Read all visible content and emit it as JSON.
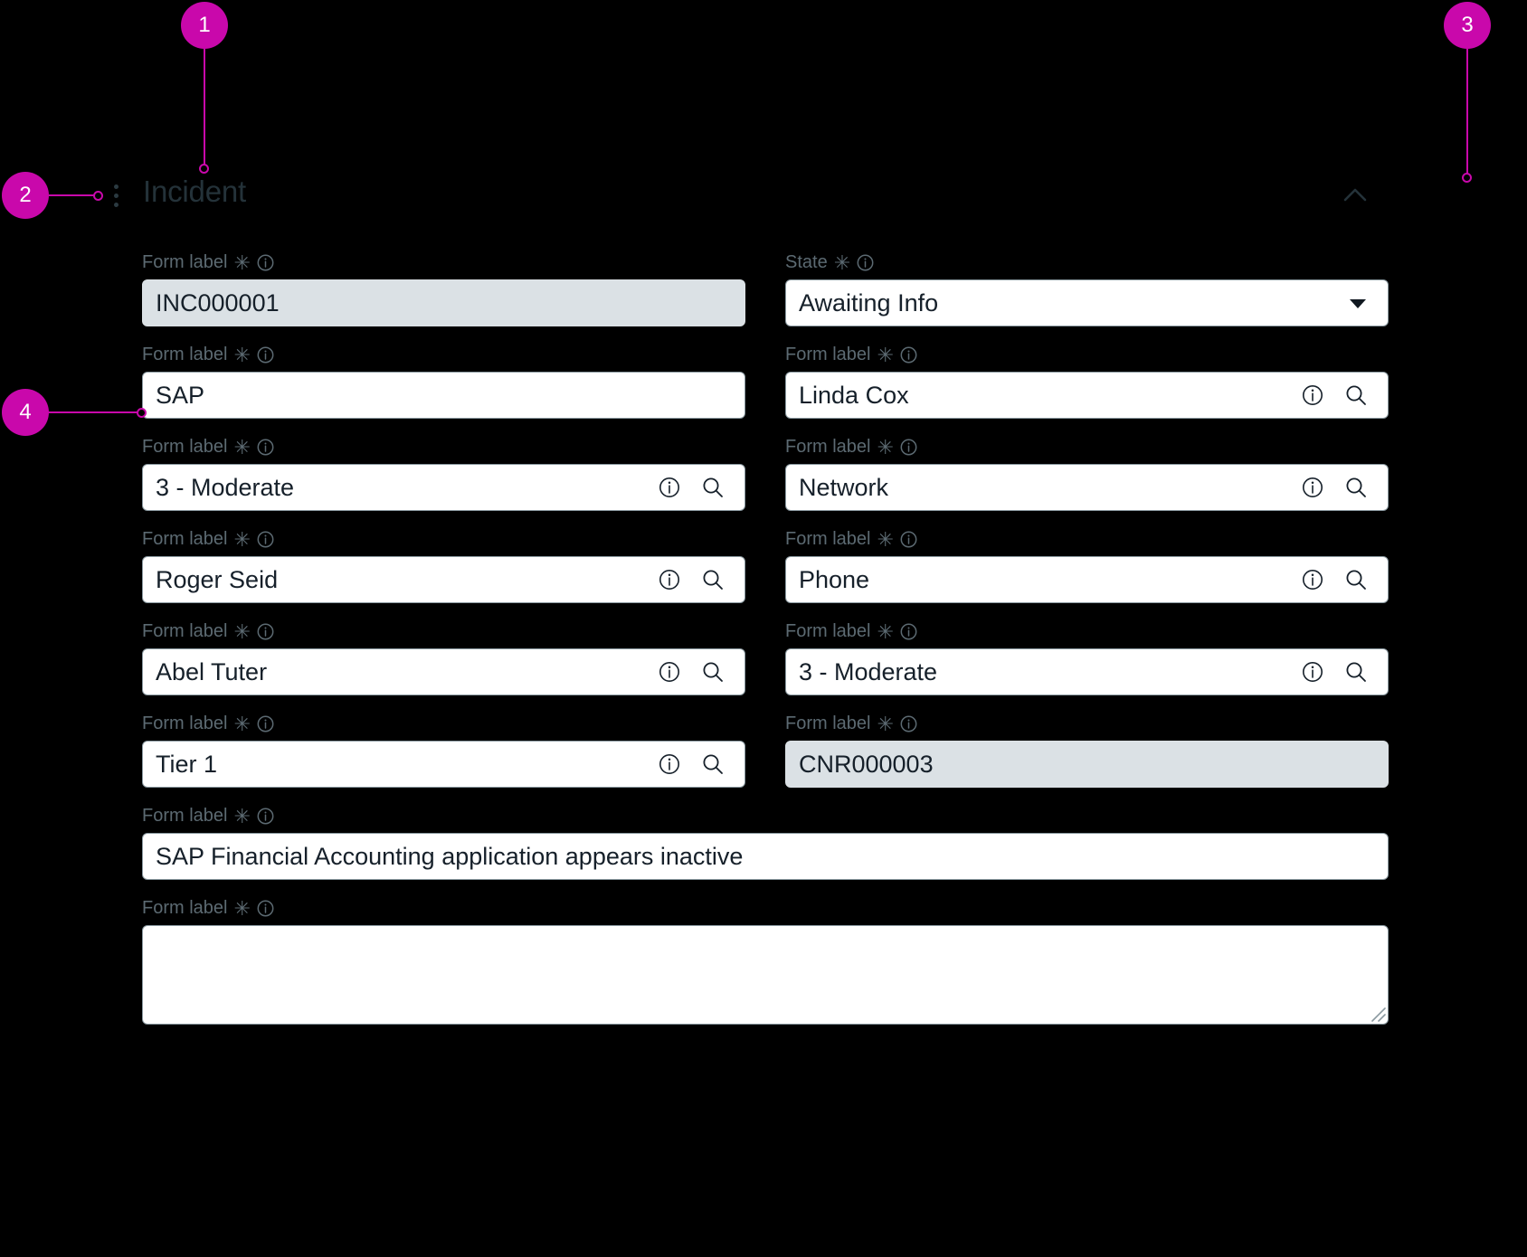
{
  "colors": {
    "marker": "#c908ab",
    "title": "#243239",
    "label": "#5c6a72",
    "value": "#16202a",
    "field_border": "#8a99a0",
    "readonly_bg": "#dbe1e5",
    "page_bg": "#000000"
  },
  "annotations": [
    {
      "number": "1",
      "target": "panel-title"
    },
    {
      "number": "2",
      "target": "drag-handle"
    },
    {
      "number": "3",
      "target": "collapse-toggle"
    },
    {
      "number": "4",
      "target": "field-sap-input"
    }
  ],
  "panel": {
    "title": "Incident",
    "drag_handle_icon": "kebab-drag-handle-icon",
    "collapse_icon": "chevron-up-icon",
    "collapsed": false
  },
  "form": {
    "required_marker": "✳",
    "info_icon": "info-circle-icon",
    "search_icon": "magnifier-icon",
    "dropdown_icon": "caret-down-icon",
    "fields": [
      {
        "label": "Form label",
        "required": true,
        "value": "INC000001",
        "type": "readonly",
        "column": "left",
        "name": "incident-number"
      },
      {
        "label": "State",
        "required": true,
        "value": "Awaiting Info",
        "type": "select",
        "column": "right",
        "name": "state"
      },
      {
        "label": "Form label",
        "required": true,
        "value": "SAP",
        "type": "text",
        "column": "left",
        "name": "sap"
      },
      {
        "label": "Form label",
        "required": true,
        "value": "Linda Cox",
        "type": "reference",
        "column": "right",
        "name": "linda-cox"
      },
      {
        "label": "Form label",
        "required": true,
        "value": "3 - Moderate",
        "type": "reference",
        "column": "left",
        "name": "impact"
      },
      {
        "label": "Form label",
        "required": true,
        "value": "Network",
        "type": "reference",
        "column": "right",
        "name": "network"
      },
      {
        "label": "Form label",
        "required": true,
        "value": "Roger Seid",
        "type": "reference",
        "column": "left",
        "name": "roger-seid"
      },
      {
        "label": "Form label",
        "required": true,
        "value": "Phone",
        "type": "reference",
        "column": "right",
        "name": "phone"
      },
      {
        "label": "Form label",
        "required": true,
        "value": "Abel Tuter",
        "type": "reference",
        "column": "left",
        "name": "abel-tuter"
      },
      {
        "label": "Form label",
        "required": true,
        "value": "3 - Moderate",
        "type": "reference",
        "column": "right",
        "name": "urgency"
      },
      {
        "label": "Form label",
        "required": true,
        "value": "Tier 1",
        "type": "reference",
        "column": "left",
        "name": "tier"
      },
      {
        "label": "Form label",
        "required": true,
        "value": "CNR000003",
        "type": "readonly",
        "column": "right",
        "name": "change-number"
      },
      {
        "label": "Form label",
        "required": true,
        "value": "SAP Financial Accounting application appears inactive",
        "type": "text",
        "column": "full",
        "name": "short-description"
      },
      {
        "label": "Form label",
        "required": true,
        "value": "",
        "type": "textarea",
        "column": "full",
        "name": "description"
      }
    ]
  }
}
